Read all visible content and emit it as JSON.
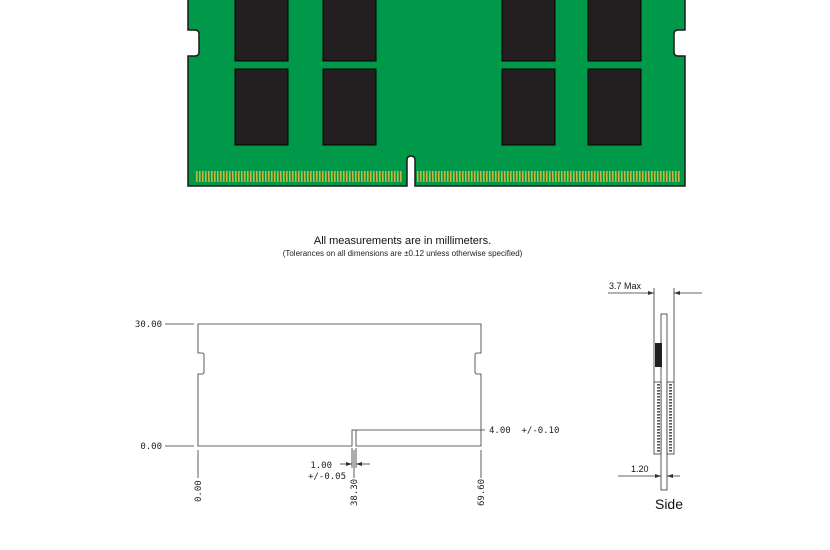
{
  "note": {
    "title": "All measurements are in millimeters.",
    "subtitle": "(Tolerances on all dimensions are ±0.12 unless otherwise specified)"
  },
  "front_view": {
    "y_labels": {
      "top": "30.00",
      "bottom": "0.00"
    },
    "x_labels": {
      "left": "0.00",
      "notch": "38.30",
      "right": "69.60"
    },
    "notch_height": "4.00  +/-0.10",
    "notch_width": {
      "value": "1.00",
      "tolerance": "+/-0.05"
    }
  },
  "side_view": {
    "max_thickness": "3.7 Max",
    "pcb_thickness": "1.20",
    "label": "Side"
  },
  "colors": {
    "pcb": "#00994a",
    "chip": "#231f20",
    "pins": "#c8b43a",
    "line": "#333333"
  }
}
